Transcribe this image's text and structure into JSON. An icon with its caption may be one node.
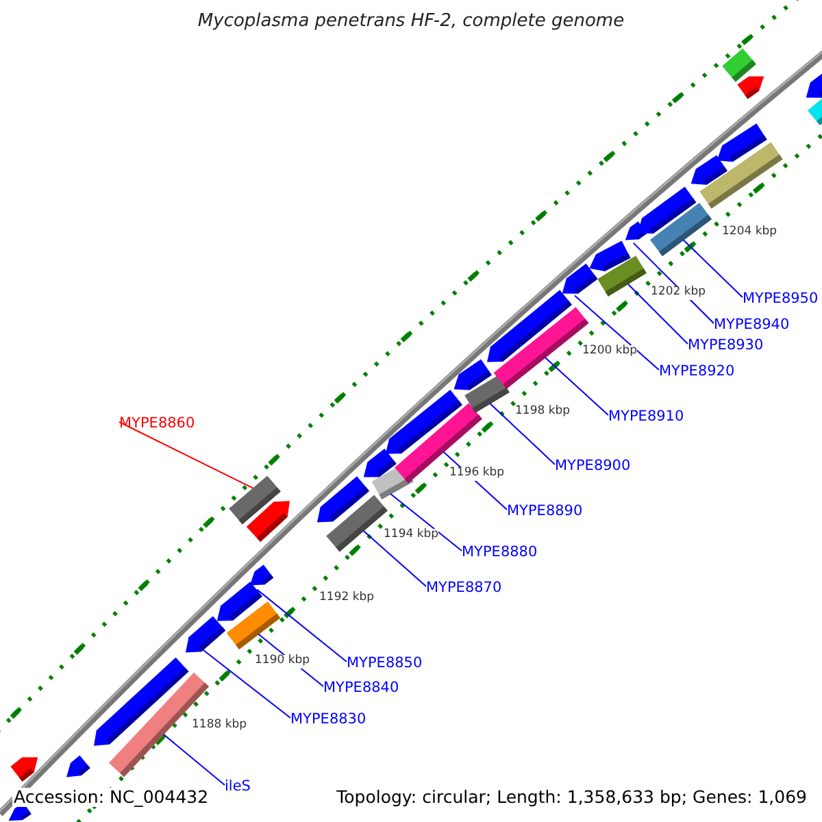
{
  "diagram": {
    "title": "Mycoplasma penetrans HF-2, complete genome",
    "nodes": [
      {
        "text": [
          "MYPE8860"
        ]
      },
      {
        "text": [
          "MYPE8950"
        ]
      },
      {
        "text": [
          "MYPE8940"
        ]
      },
      {
        "text": [
          "MYPE8930"
        ]
      },
      {
        "text": [
          "MYPE8920"
        ]
      },
      {
        "text": [
          "MYPE8910"
        ]
      },
      {
        "text": [
          "MYPE8900"
        ]
      },
      {
        "text": [
          "MYPE8890"
        ]
      },
      {
        "text": [
          "MYPE8880"
        ]
      },
      {
        "text": [
          "MYPE8870"
        ]
      },
      {
        "text": [
          "MYPE8850"
        ]
      },
      {
        "text": [
          "MYPE8840"
        ]
      },
      {
        "text": [
          "MYPE8830"
        ]
      },
      {
        "text": [
          "ileS"
        ]
      },
      {
        "text": [],
        "shape": "pentagon"
      },
      {
        "text": [],
        "shape": "pentagon"
      },
      {
        "text": [],
        "shape": "pentagon"
      },
      {
        "text": [],
        "shape": "pentagon"
      },
      {
        "text": [],
        "shape": "bar"
      },
      {
        "text": [],
        "shape": "pentagon"
      },
      {
        "text": [],
        "shape": "pentagon"
      },
      {
        "text": [],
        "shape": "bar"
      },
      {
        "text": [],
        "shape": "bar"
      },
      {
        "text": [],
        "shape": "pentagon"
      },
      {
        "text": [],
        "shape": "pentagon"
      },
      {
        "text": [],
        "shape": "pentagon"
      },
      {
        "text": [],
        "shape": "bar"
      },
      {
        "text": [],
        "shape": "pentagon"
      },
      {
        "text": [],
        "shape": "bar"
      },
      {
        "text": [],
        "shape": "pentagon"
      },
      {
        "text": [],
        "shape": "bar"
      },
      {
        "text": [],
        "shape": "pentagon"
      },
      {
        "text": [],
        "shape": "bar"
      },
      {
        "text": [],
        "shape": "pentagon"
      },
      {
        "text": [],
        "shape": "bar"
      },
      {
        "text": [],
        "shape": "pentagon"
      },
      {
        "text": [],
        "shape": "pentagon"
      },
      {
        "text": [],
        "shape": "bar"
      },
      {
        "text": [],
        "shape": "pentagon"
      },
      {
        "text": [],
        "shape": "pentagon"
      },
      {
        "text": [],
        "shape": "bar"
      },
      {
        "text": [],
        "shape": "pentagon"
      },
      {
        "text": [],
        "shape": "bar"
      },
      {
        "text": [],
        "shape": "pentagon"
      },
      {
        "text": [],
        "shape": "bar"
      },
      {
        "text": [],
        "shape": "pentagon"
      },
      {
        "text": [],
        "shape": "pentagon"
      },
      {
        "text": [],
        "shape": "bar"
      }
    ],
    "edges": [
      {
        "from": 0,
        "to": 22,
        "arrow": "none",
        "color": "#ff0000"
      },
      {
        "from": 1,
        "to": 40,
        "arrow": "none"
      },
      {
        "from": 2,
        "to": 38,
        "arrow": "none"
      },
      {
        "from": 3,
        "to": 37,
        "arrow": "none"
      },
      {
        "from": 4,
        "to": 35,
        "arrow": "none"
      },
      {
        "from": 5,
        "to": 34,
        "arrow": "none"
      },
      {
        "from": 6,
        "to": 32,
        "arrow": "none"
      },
      {
        "from": 7,
        "to": 30,
        "arrow": "none"
      },
      {
        "from": 8,
        "to": 28,
        "arrow": "none"
      },
      {
        "from": 9,
        "to": 26,
        "arrow": "none"
      },
      {
        "from": 10,
        "to": 23,
        "arrow": "none"
      },
      {
        "from": 11,
        "to": 21,
        "arrow": "none"
      },
      {
        "from": 12,
        "to": 19,
        "arrow": "none"
      },
      {
        "from": 13,
        "to": 18,
        "arrow": "none"
      }
    ],
    "labels": [
      "1204 kbp",
      "1202 kbp",
      "1200 kbp",
      "1198 kbp",
      "1196 kbp",
      "1194 kbp",
      "1192 kbp",
      "1190 kbp",
      "1188 kbp",
      "Accession: NC_004432",
      "Topology: circular; Length: 1,358,633 bp; Genes: 1,069"
    ]
  }
}
